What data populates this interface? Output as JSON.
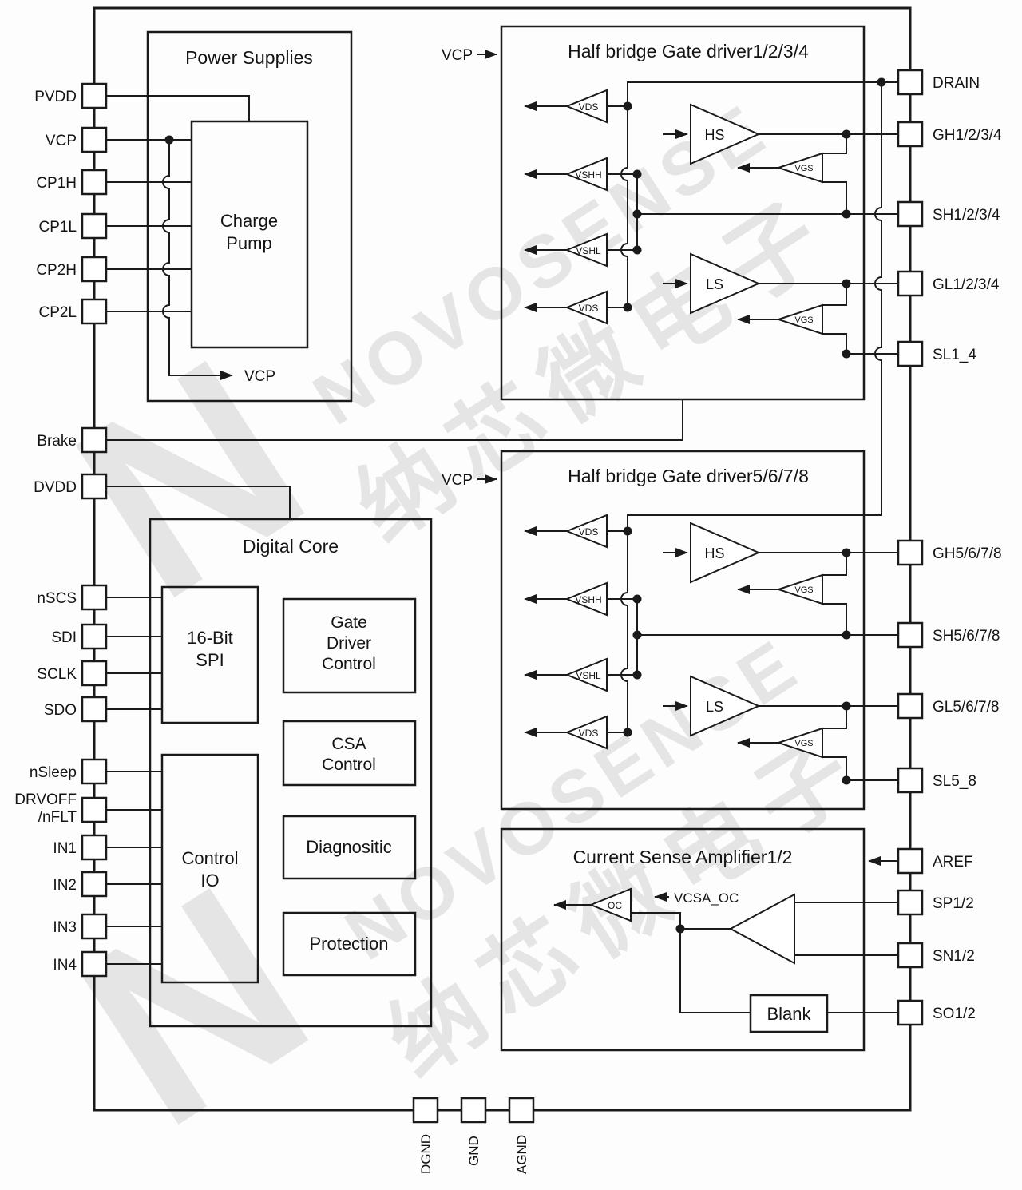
{
  "colors": {
    "line": "#1a1a1a",
    "watermark": "#e5e5e5",
    "background": "#ffffff"
  },
  "watermark": {
    "brand": "NOVOSENSE",
    "brand_cn": "纳芯微电子",
    "letter": "N"
  },
  "pins": {
    "left": [
      "PVDD",
      "VCP",
      "CP1H",
      "CP1L",
      "CP2H",
      "CP2L",
      "Brake",
      "DVDD",
      "nSCS",
      "SDI",
      "SCLK",
      "SDO",
      "nSleep",
      {
        "line1": "DRVOFF",
        "line2": "/nFLT"
      },
      "IN1",
      "IN2",
      "IN3",
      "IN4"
    ],
    "right": [
      "DRAIN",
      "GH1/2/3/4",
      "SH1/2/3/4",
      "GL1/2/3/4",
      "SL1_4",
      "GH5/6/7/8",
      "SH5/6/7/8",
      "GL5/6/7/8",
      "SL5_8",
      "AREF",
      "SP1/2",
      "SN1/2",
      "SO1/2"
    ],
    "bottom": [
      "DGND",
      "GND",
      "AGND"
    ]
  },
  "power_supplies": {
    "title": "Power Supplies",
    "charge_pump_line1": "Charge",
    "charge_pump_line2": "Pump",
    "vcp_out": "VCP"
  },
  "digital_core": {
    "title": "Digital Core",
    "spi_line1": "16-Bit",
    "spi_line2": "SPI",
    "gdc_line1": "Gate",
    "gdc_line2": "Driver",
    "gdc_line3": "Control",
    "csa_line1": "CSA",
    "csa_line2": "Control",
    "cio_line1": "Control",
    "cio_line2": "IO",
    "diagnostic": "Diagnositic",
    "protection": "Protection"
  },
  "driver1": {
    "title": "Half bridge Gate driver1/2/3/4",
    "vcp": "VCP",
    "vds_top": "VDS",
    "vshh": "VSHH",
    "vshl": "VSHL",
    "vds_bottom": "VDS",
    "hs": "HS",
    "ls": "LS",
    "vgs_top": "VGS",
    "vgs_bottom": "VGS"
  },
  "driver2": {
    "title": "Half bridge Gate driver5/6/7/8",
    "vcp": "VCP",
    "vds_top": "VDS",
    "vshh": "VSHH",
    "vshl": "VSHL",
    "vds_bottom": "VDS",
    "hs": "HS",
    "ls": "LS",
    "vgs_top": "VGS",
    "vgs_bottom": "VGS"
  },
  "csa": {
    "title": "Current Sense Amplifier1/2",
    "oc": "OC",
    "vcsa_oc": "VCSA_OC",
    "blank": "Blank"
  }
}
